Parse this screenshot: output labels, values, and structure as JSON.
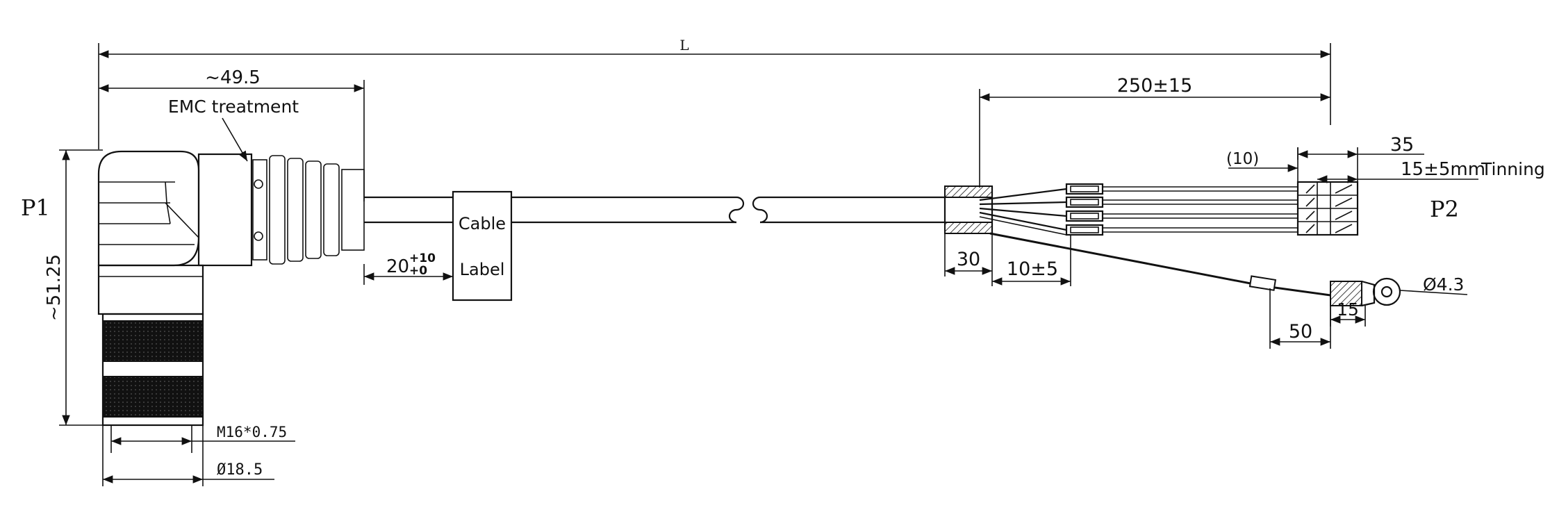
{
  "dimensions": {
    "overall_length": "L",
    "connector_length": "~49.5",
    "connector_height": "~51.25",
    "label_offset_base": "20",
    "label_offset_plus": "+10",
    "label_offset_minus": "+0",
    "breakout_length": "250±15",
    "sleeve_length": "30",
    "sleeve_to_ferrule": "10±5",
    "strip_reference": "(10)",
    "strip_length": "35",
    "tinning_value": "15±5mm",
    "tinning_label": "Tinning",
    "ground_ring_diameter": "Ø4.3",
    "ring_length": "15",
    "ground_marker_offset": "50",
    "thread": "M16*0.75",
    "body_diameter": "Ø18.5"
  },
  "labels": {
    "emc_treatment": "EMC treatment",
    "cable_label_line1": "Cable",
    "cable_label_line2": "Label",
    "end_p1": "P1",
    "end_p2": "P2"
  }
}
